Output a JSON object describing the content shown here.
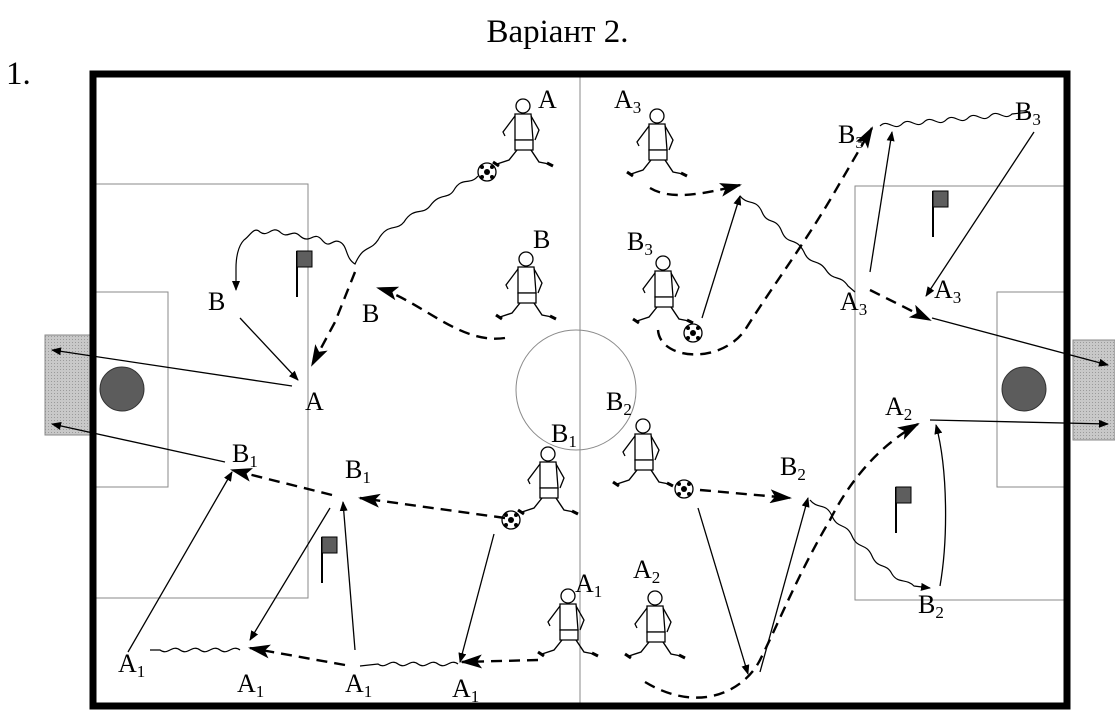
{
  "title": "Варіант 2.",
  "number": "1.",
  "labels": {
    "A": "A",
    "B": "B",
    "A1": "A",
    "B1": "B",
    "A2": "A",
    "B2": "B",
    "A3": "A",
    "B3": "B",
    "s1": "1",
    "s2": "2",
    "s3": "3"
  },
  "icons": [
    "player-icon",
    "ball-icon",
    "corner-flag-icon",
    "goal-icon",
    "penalty-spot-icon"
  ]
}
